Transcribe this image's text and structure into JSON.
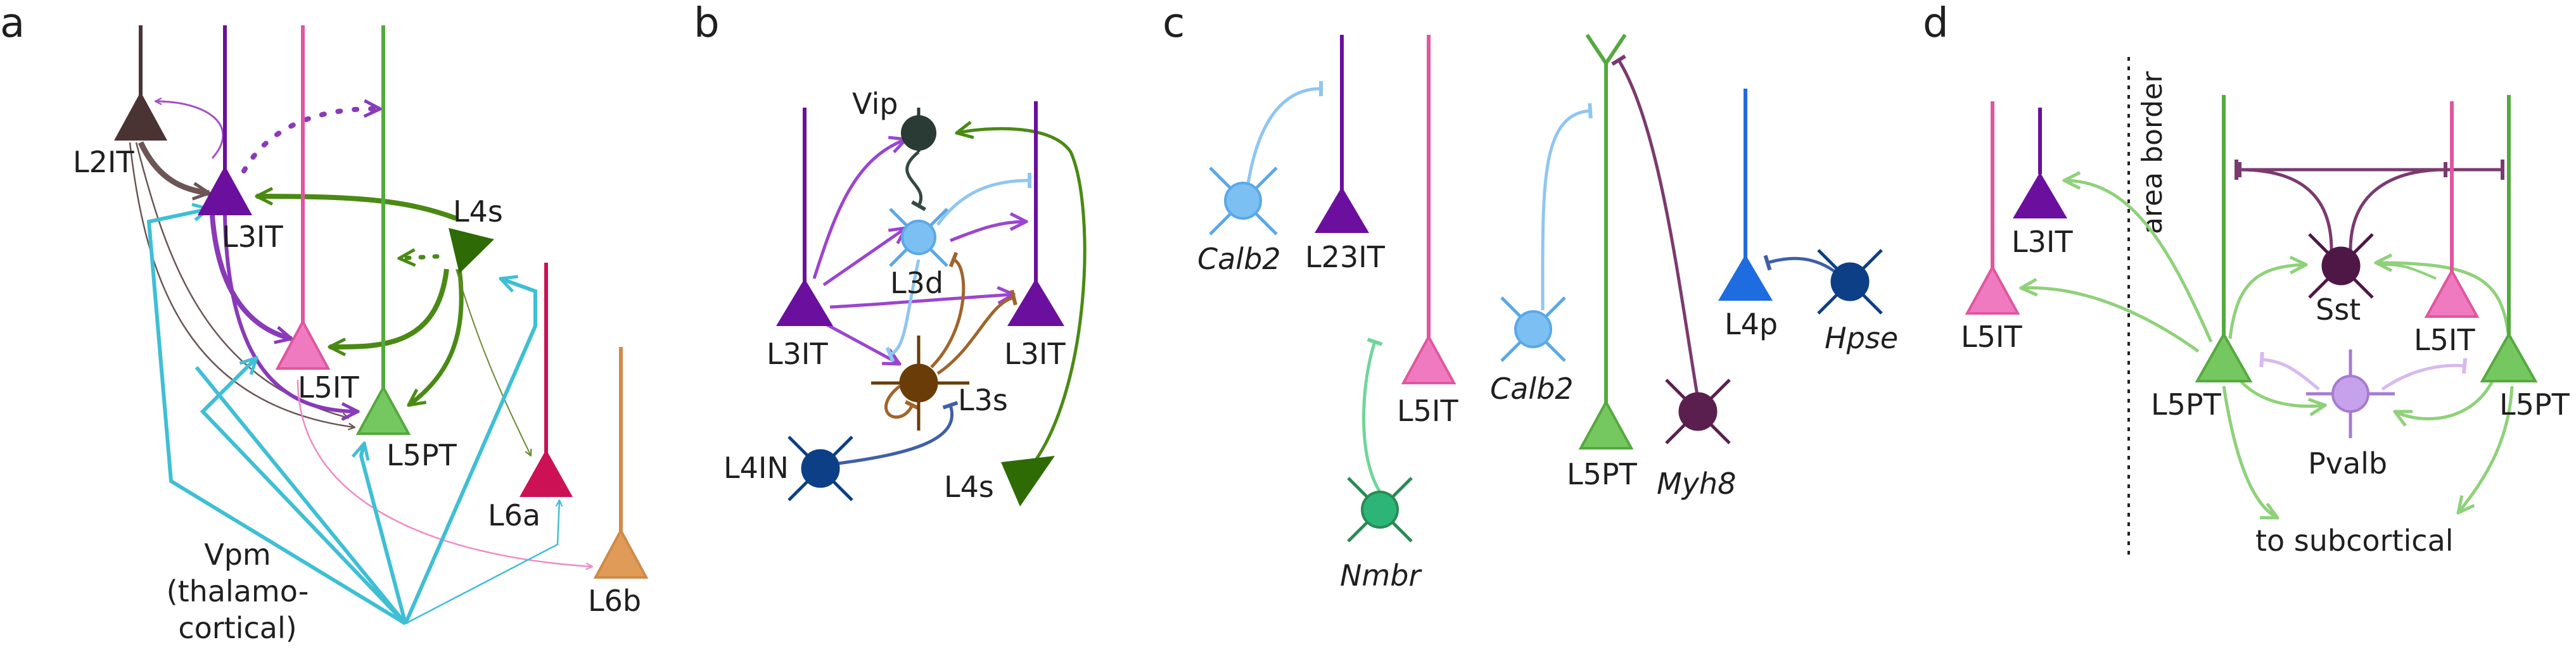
{
  "colors": {
    "l2it": "#4a3333",
    "l3it": "#6a0f9e",
    "l5it": "#e0569f",
    "l5pt": "#55a93f",
    "l4s": "#2f6b05",
    "l6a": "#cc1155",
    "l6b": "#d08a47",
    "vpm": "#3fbfd4",
    "vip": "#2a3a34",
    "l3d": "#5aa8e8",
    "l3s": "#6a3d08",
    "l4in": "#0c3f85",
    "calb2": "#5aa8e8",
    "nmbr": "#2cb577",
    "myh8": "#5a1f4f",
    "l4p": "#1f6be0",
    "hpse": "#0c3f85",
    "sst": "#4f1746",
    "pvalb": "#b78ae0",
    "green_light": "#8fd17a",
    "grey": "#666666",
    "teal_dark": "#334a44"
  },
  "panels": {
    "a": {
      "letter": "a",
      "l2it": "L2IT",
      "l3it": "L3IT",
      "l5it": "L5IT",
      "l5pt": "L5PT",
      "l4s": "L4s",
      "l6a": "L6a",
      "l6b": "L6b",
      "vpm_line1": "Vpm",
      "vpm_line2": "(thalamo-",
      "vpm_line3": "cortical)"
    },
    "b": {
      "letter": "b",
      "vip": "Vip",
      "l3d": "L3d",
      "l3s": "L3s",
      "l3it_left": "L3IT",
      "l3it_right": "L3IT",
      "l4in": "L4IN",
      "l4s": "L4s"
    },
    "c": {
      "letter": "c",
      "calb2_left": "Calb2",
      "l23it": "L23IT",
      "l5it": "L5IT",
      "nmbr": "Nmbr",
      "calb2_right": "Calb2",
      "l5pt": "L5PT",
      "myh8": "Myh8",
      "l4p": "L4p",
      "hpse": "Hpse"
    },
    "d": {
      "letter": "d",
      "l3it": "L3IT",
      "l5it_left": "L5IT",
      "area_border": "area border",
      "l5pt_left": "L5PT",
      "sst": "Sst",
      "l5it_right": "L5IT",
      "l5pt_right": "L5PT",
      "pvalb": "Pvalb",
      "to_subcortical": "to subcortical"
    }
  }
}
